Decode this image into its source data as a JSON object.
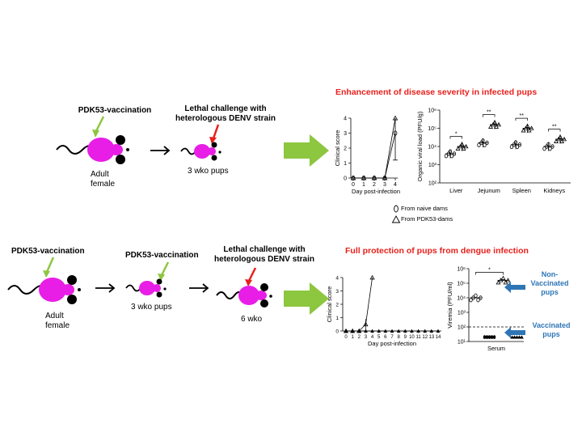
{
  "top": {
    "vaccination_label": "PDK53-vaccination",
    "adult_label": "Adult\nfemale",
    "challenge_label": "Lethal challenge with\nheterologous DENV strain",
    "pups_label": "3 wko pups",
    "title": "Enhancement of disease severity in infected pups",
    "legend_naive": "From naive dams",
    "legend_pdk": "From PDK53-dams"
  },
  "bottom": {
    "vaccination1_label": "PDK53-vaccination",
    "adult_label": "Adult\nfemale",
    "vaccination2_label": "PDK53-vaccination",
    "pups_label": "3 wko pups",
    "challenge_label": "Lethal challenge with\nheterologous DENV strain",
    "wko_label": "6 wko",
    "title": "Full protection of pups from dengue infection",
    "non_vaccinated_label": "Non-\nVaccinated\npups",
    "vaccinated_label": "Vaccinated\npups"
  },
  "colors": {
    "mouse_body": "#e81ee6",
    "arrow_green": "#8dc63f",
    "arrow_red": "#e8201c",
    "arrow_blue": "#2e75b6",
    "title_red": "#e8201c"
  },
  "chart_data": [
    {
      "type": "line",
      "ylabel": "Clinical score",
      "xlabel": "Day post-infection",
      "x": [
        0,
        1,
        2,
        3,
        4
      ],
      "ylim": [
        0,
        4
      ],
      "yticks": [
        "0",
        "1",
        "2",
        "3",
        "4"
      ],
      "xticks": [
        "0",
        "1",
        "2",
        "3",
        "4"
      ],
      "series": [
        {
          "name": "From naive dams",
          "values": [
            0,
            0,
            0,
            0,
            3
          ]
        },
        {
          "name": "From PDK53-dams",
          "values": [
            0,
            0,
            0,
            0,
            4
          ]
        }
      ]
    },
    {
      "type": "scatter",
      "ylabel": "Organic viral load (PFU/g)",
      "categories": [
        "Liver",
        "Jejunum",
        "Spleen",
        "Kidneys"
      ],
      "yscale": "log",
      "ylim": [
        100,
        1000000
      ],
      "yticks": [
        "10²",
        "10³",
        "10⁴",
        "10⁵",
        "10⁶"
      ],
      "significance": [
        "*",
        "**",
        "**",
        "**"
      ],
      "series": [
        {
          "name": "From naive dams",
          "means": [
            3.6,
            4.2,
            4.1,
            4.0
          ]
        },
        {
          "name": "From PDK53-dams",
          "means": [
            4.0,
            5.2,
            5.0,
            4.4
          ]
        }
      ]
    },
    {
      "type": "line",
      "ylabel": "Clinical score",
      "xlabel": "Day post-infection",
      "x": [
        0,
        1,
        2,
        3,
        4,
        5,
        6,
        7,
        8,
        9,
        10,
        11,
        12,
        13,
        14
      ],
      "ylim": [
        0,
        4
      ],
      "yticks": [
        "0",
        "1",
        "2",
        "3",
        "4"
      ],
      "xticks": [
        "0",
        "1",
        "2",
        "3",
        "4",
        "5",
        "6",
        "7",
        "8",
        "9",
        "10",
        "11",
        "12",
        "13",
        "14"
      ],
      "series": [
        {
          "values": [
            0,
            0,
            0,
            0.5,
            4
          ]
        },
        {
          "values": [
            0,
            0,
            0,
            0,
            0,
            0,
            0,
            0,
            0,
            0,
            0,
            0,
            0,
            0,
            0
          ]
        }
      ]
    },
    {
      "type": "scatter",
      "ylabel": "Viremia (PFU/ml)",
      "categories": [
        "Serum"
      ],
      "yscale": "log",
      "ylim": [
        10,
        1000000
      ],
      "yticks": [
        "10¹",
        "10²",
        "10³",
        "10⁴",
        "10⁵",
        "10⁶"
      ],
      "detection_limit": 100,
      "significance": [
        "*"
      ],
      "groups": [
        {
          "marker": "circle",
          "mean_log": 4.0
        },
        {
          "marker": "circle-filled",
          "mean_log": 1.3
        },
        {
          "marker": "triangle",
          "mean_log": 5.2
        },
        {
          "marker": "triangle-filled",
          "mean_log": 1.3
        }
      ]
    }
  ]
}
